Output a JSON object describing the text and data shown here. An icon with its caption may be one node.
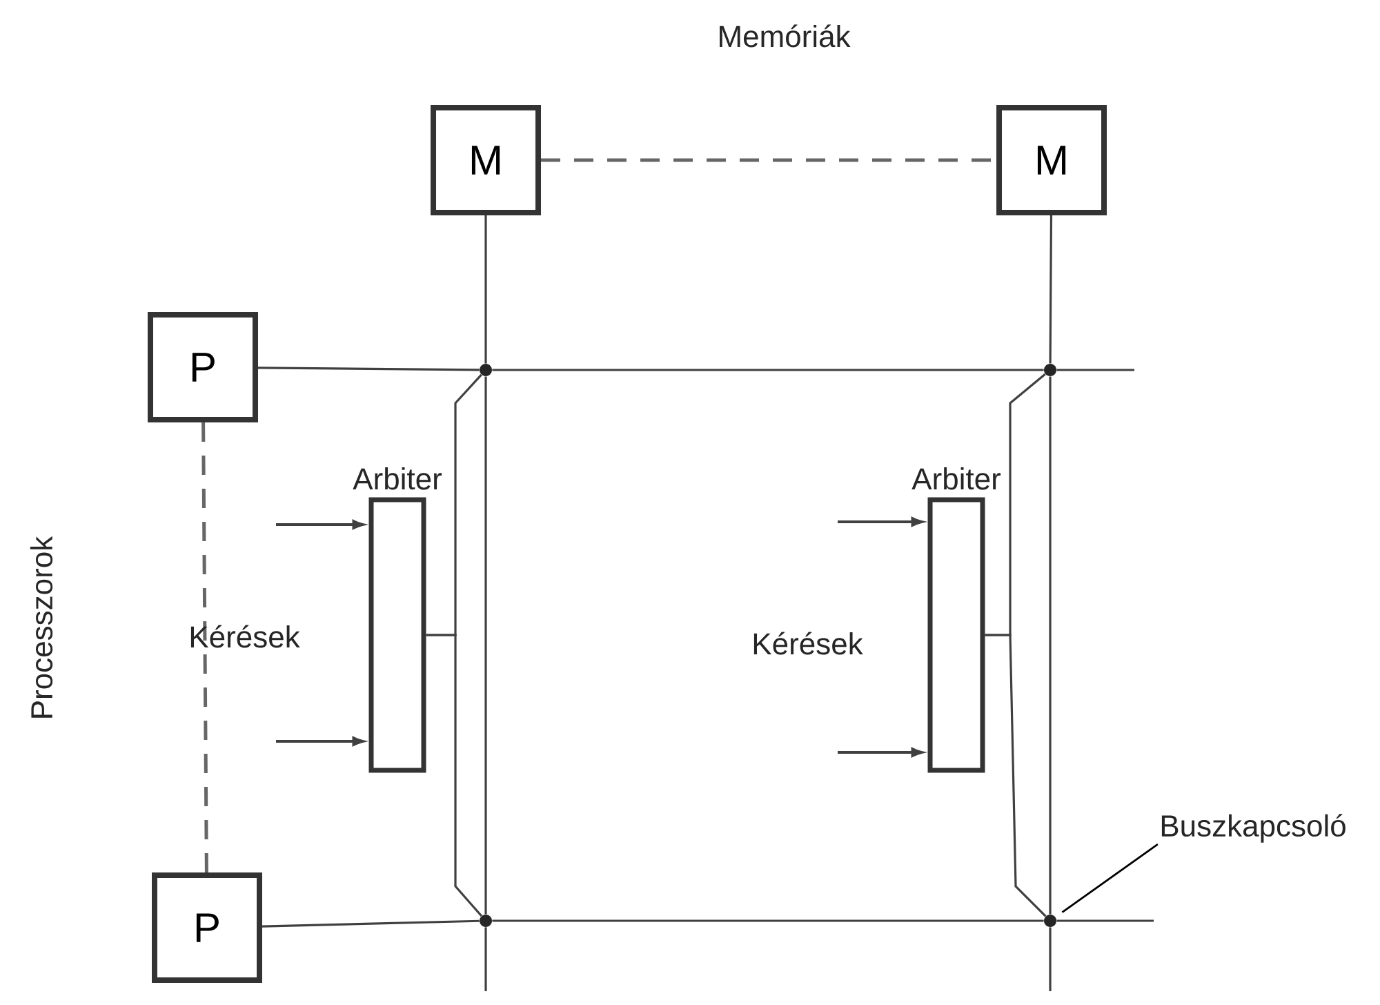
{
  "diagram": {
    "nodes": [
      {
        "text": [
          "M"
        ]
      },
      {
        "text": [
          "M"
        ]
      },
      {
        "text": [
          "P"
        ]
      },
      {
        "text": [
          "P"
        ]
      },
      {
        "text": [
          "Arbiter"
        ]
      },
      {
        "text": [
          "Arbiter"
        ]
      },
      {
        "text": [],
        "shape": "circle"
      },
      {
        "text": [],
        "shape": "circle"
      },
      {
        "text": [],
        "shape": "circle"
      },
      {
        "text": [],
        "shape": "circle"
      },
      {
        "text": [
          "Buszkapcsoló"
        ]
      }
    ],
    "edges": [
      {
        "from": 0,
        "to": 1,
        "arrow": "none",
        "style": "dashed"
      },
      {
        "from": 2,
        "to": 3,
        "arrow": "none",
        "style": "dashed"
      },
      {
        "from": 0,
        "to": 6,
        "arrow": "none"
      },
      {
        "from": 6,
        "to": 8,
        "arrow": "none"
      },
      {
        "from": 8,
        "to": null,
        "arrow": "none"
      },
      {
        "from": 1,
        "to": 7,
        "arrow": "none"
      },
      {
        "from": 7,
        "to": 9,
        "arrow": "none"
      },
      {
        "from": 9,
        "to": null,
        "arrow": "none"
      },
      {
        "from": 2,
        "to": 6,
        "arrow": "none"
      },
      {
        "from": 6,
        "to": 7,
        "arrow": "none"
      },
      {
        "from": 7,
        "to": null,
        "arrow": "none"
      },
      {
        "from": 3,
        "to": 8,
        "arrow": "none"
      },
      {
        "from": 8,
        "to": 9,
        "arrow": "none"
      },
      {
        "from": 9,
        "to": null,
        "arrow": "none"
      },
      {
        "from": 4,
        "to": 6,
        "arrow": "none"
      },
      {
        "from": 4,
        "to": 8,
        "arrow": "none"
      },
      {
        "from": 5,
        "to": 7,
        "arrow": "none"
      },
      {
        "from": 5,
        "to": 9,
        "arrow": "none"
      },
      {
        "from": null,
        "to": 4,
        "arrow": "to"
      },
      {
        "from": null,
        "to": 4,
        "arrow": "to"
      },
      {
        "from": null,
        "to": 5,
        "arrow": "to"
      },
      {
        "from": null,
        "to": 5,
        "arrow": "to"
      },
      {
        "from": 10,
        "to": 9,
        "arrow": "none"
      }
    ],
    "labels": [
      "Memóriák",
      "Processzorok",
      "Kérések",
      "Kérések"
    ]
  }
}
